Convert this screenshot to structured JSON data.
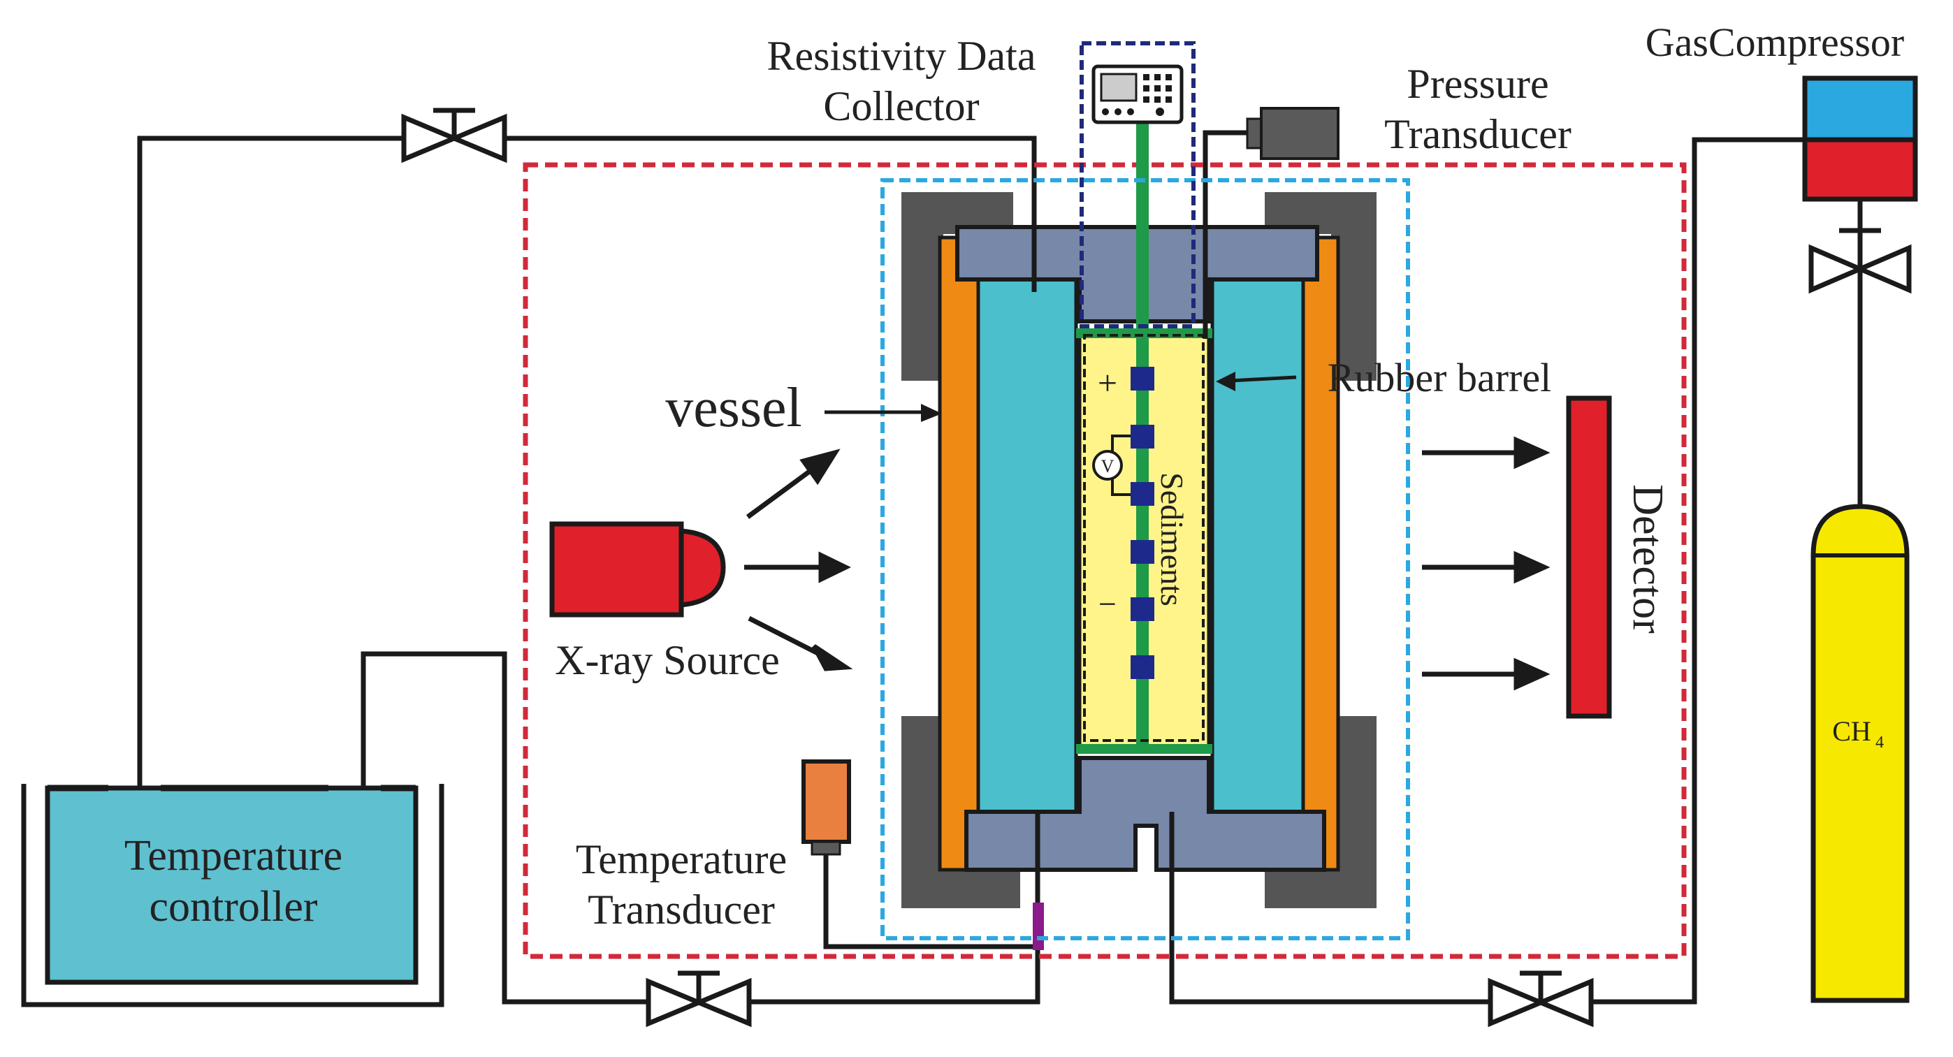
{
  "labels": {
    "resistivity_line1": "Resistivity Data",
    "resistivity_line2": "Collector",
    "pressure_line1": "Pressure",
    "pressure_line2": "Transducer",
    "gas_compressor": "GasCompressor",
    "vessel": "vessel",
    "rubber_barrel": "Rubber barrel",
    "sediments": "Sediments",
    "detector": "Detector",
    "xray_source": "X-ray Source",
    "temp_controller_line1": "Temperature",
    "temp_controller_line2": "controller",
    "temp_transducer_line1": "Temperature",
    "temp_transducer_line2": "Transducer",
    "ch4_main": "CH",
    "ch4_sub": "4",
    "plus": "+",
    "minus": "−",
    "voltmeter": "V"
  },
  "colors": {
    "line": "#1a1a1a",
    "red_dash": "#d2293a",
    "blue_dash": "#2ba8e0",
    "navy_dash": "#1f2a7a",
    "steel": "#7788a8",
    "clamp": "#555555",
    "orange": "#ef8a14",
    "teal": "#4bbfcc",
    "sediment": "#fff48a",
    "rod": "#1f9a48",
    "electrode": "#1d2a8c",
    "xray_red": "#e0202a",
    "tank": "#5fc0d0",
    "cylinder": "#f7e800",
    "comp_blue": "#2ba8e0",
    "comp_red": "#e0202a",
    "transducer_gray": "#5a5a5a",
    "temp_orange": "#ea8040",
    "purple": "#8b1a8b"
  }
}
